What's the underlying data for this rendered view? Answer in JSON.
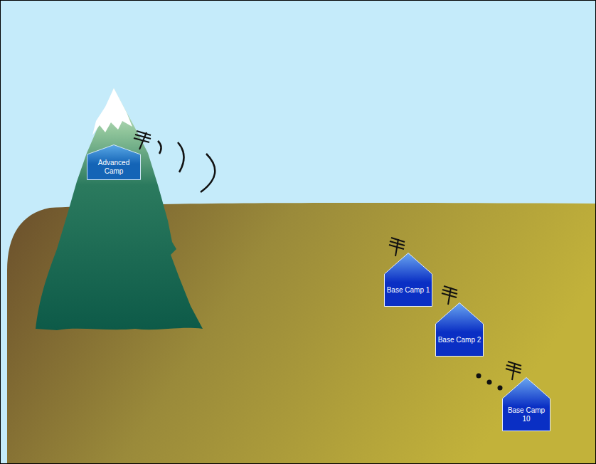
{
  "diagram": {
    "nodes": [
      {
        "text": [
          "Advanced Camp"
        ]
      },
      {
        "text": [
          "Base Camp 1"
        ]
      },
      {
        "text": [
          "Base Camp 2"
        ]
      },
      {
        "text": [
          "Base Camp 10"
        ]
      }
    ],
    "edges": []
  }
}
